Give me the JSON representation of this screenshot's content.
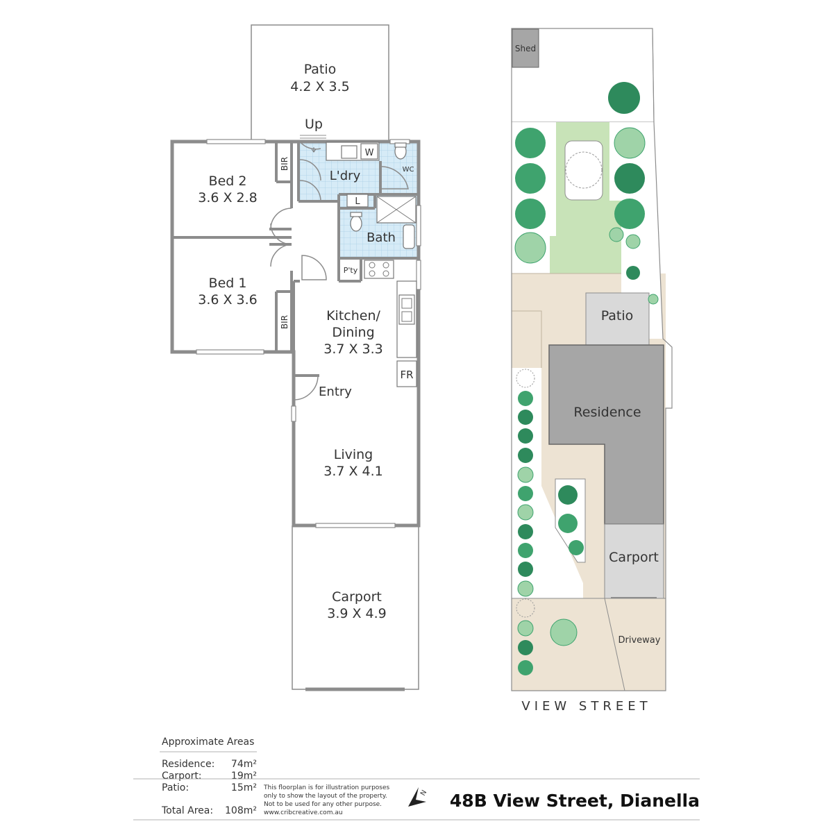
{
  "floorplan": {
    "rooms": {
      "patio": {
        "name": "Patio",
        "dims": "4.2 X 3.5"
      },
      "bed2": {
        "name": "Bed 2",
        "dims": "3.6 X 2.8"
      },
      "bed1": {
        "name": "Bed 1",
        "dims": "3.6 X 3.6"
      },
      "kitchen": {
        "name1": "Kitchen/",
        "name2": "Dining",
        "dims": "3.7 X 3.3"
      },
      "living": {
        "name": "Living",
        "dims": "3.7 X 4.1"
      },
      "carport": {
        "name": "Carport",
        "dims": "3.9 X 4.9"
      }
    },
    "labels": {
      "up": "Up",
      "laundry": "L'dry",
      "bath": "Bath",
      "wc": "WC",
      "w": "W",
      "l": "L",
      "bir": "BIR",
      "pantry": "P'ty",
      "fridge": "FR",
      "entry": "Entry"
    }
  },
  "siteplan": {
    "shed": "Shed",
    "patio": "Patio",
    "residence": "Residence",
    "carport": "Carport",
    "driveway": "Driveway",
    "street": "VIEW STREET"
  },
  "colors": {
    "wall": "#8c8c8c",
    "wet_area": "#d6ebf7",
    "residence": "#a6a6a6",
    "patio_carport": "#d9d9d9",
    "paving": "#ede3d3",
    "lawn": "#c8e3b8",
    "tree_dark": "#2e8a5c",
    "tree_mid": "#3fa36e",
    "tree_light": "#9fd3a8"
  },
  "footer": {
    "areas_title": "Approximate Areas",
    "areas": [
      {
        "label": "Residence:",
        "value": "74m²"
      },
      {
        "label": "Carport:",
        "value": "19m²"
      },
      {
        "label": "Patio:",
        "value": "15m²"
      }
    ],
    "total": {
      "label": "Total Area:",
      "value": "108m²"
    },
    "disclaimer": [
      "This floorplan is for illustration purposes",
      "only to show the layout of the property.",
      "Not to be used for any other purpose.",
      "www.cribcreative.com.au"
    ],
    "compass": "N",
    "address": "48B View Street, Dianella"
  }
}
